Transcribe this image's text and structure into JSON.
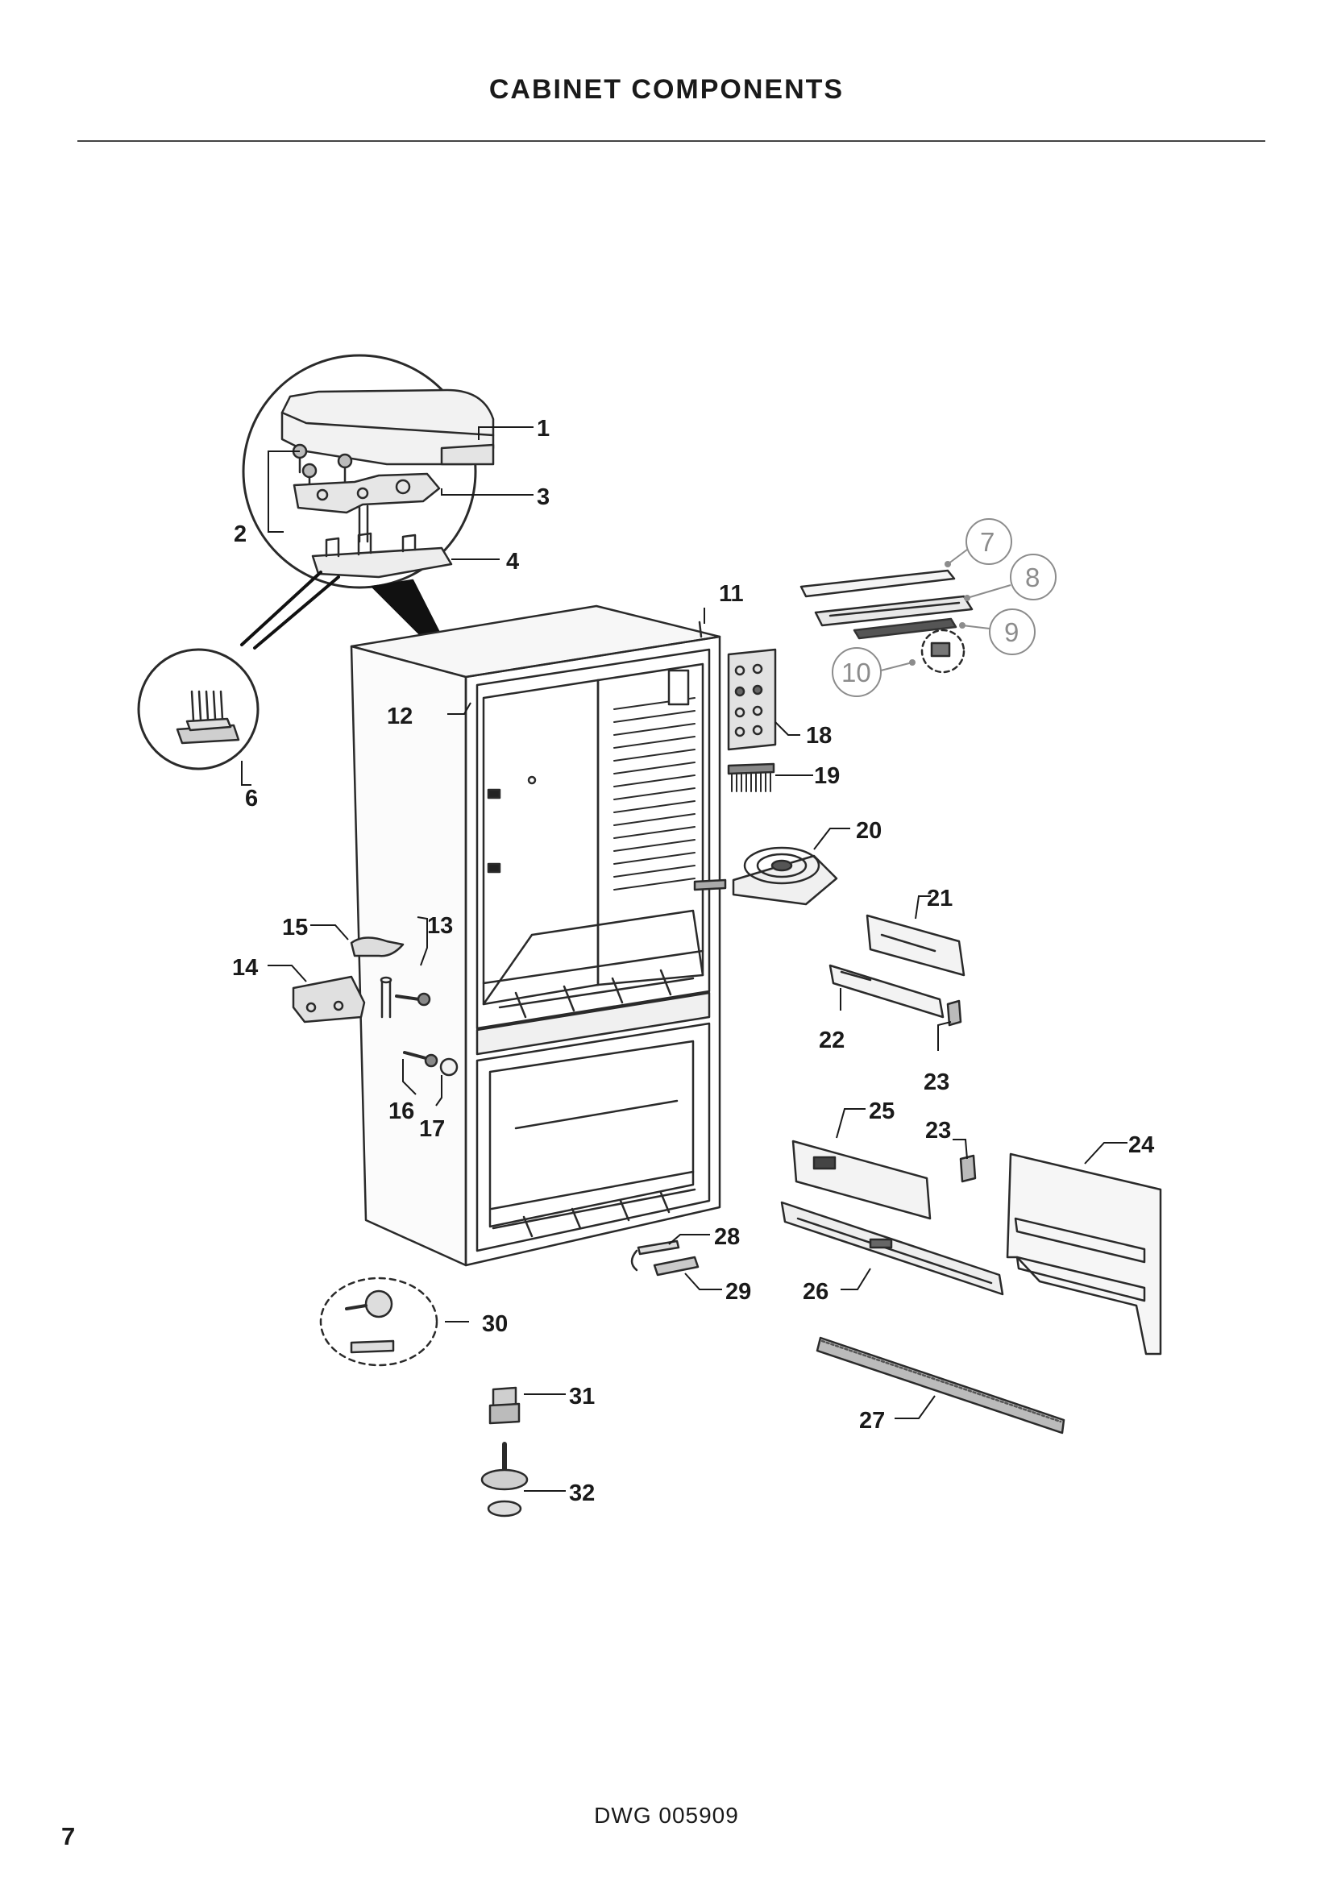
{
  "header": {
    "title": "CABINET COMPONENTS"
  },
  "callouts": {
    "c1": "1",
    "c2": "2",
    "c3": "3",
    "c4": "4",
    "c6": "6",
    "c7": "7",
    "c8": "8",
    "c9": "9",
    "c10": "10",
    "c11": "11",
    "c12": "12",
    "c13": "13",
    "c14": "14",
    "c15": "15",
    "c16": "16",
    "c17": "17",
    "c18": "18",
    "c19": "19",
    "c20": "20",
    "c21": "21",
    "c22": "22",
    "c23": "23",
    "c24": "24",
    "c25": "25",
    "c26": "26",
    "c27": "27",
    "c28": "28",
    "c29": "29",
    "c30": "30",
    "c31": "31",
    "c32": "32"
  },
  "footer": {
    "drawing_number": "DWG 005909",
    "page_number": "7"
  }
}
